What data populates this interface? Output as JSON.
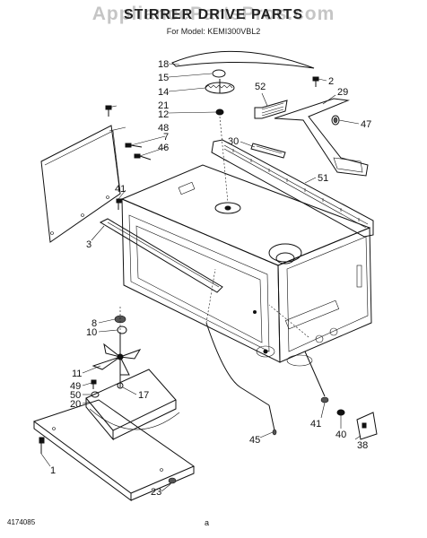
{
  "header": {
    "watermark": "AppliancePartsPros.com",
    "title": "STIRRER DRIVE PARTS",
    "subtitle": "For Model: KEMI300VBL2"
  },
  "footer": {
    "doc_number": "4174085",
    "page_letter": "a"
  },
  "part_callouts": {
    "p18": "18",
    "p15": "15",
    "p14": "14",
    "p21": "21",
    "p12": "12",
    "p48": "48",
    "p7": "7",
    "p46": "46",
    "p41a": "41",
    "p3": "3",
    "p2": "2",
    "p52": "52",
    "p29": "29",
    "p47": "47",
    "p30": "30",
    "p51": "51",
    "p8": "8",
    "p10": "10",
    "p11": "11",
    "p49": "49",
    "p50": "50",
    "p20": "20",
    "p17": "17",
    "p1": "1",
    "p23": "23",
    "p45": "45",
    "p41b": "41",
    "p40": "40",
    "p38": "38"
  }
}
